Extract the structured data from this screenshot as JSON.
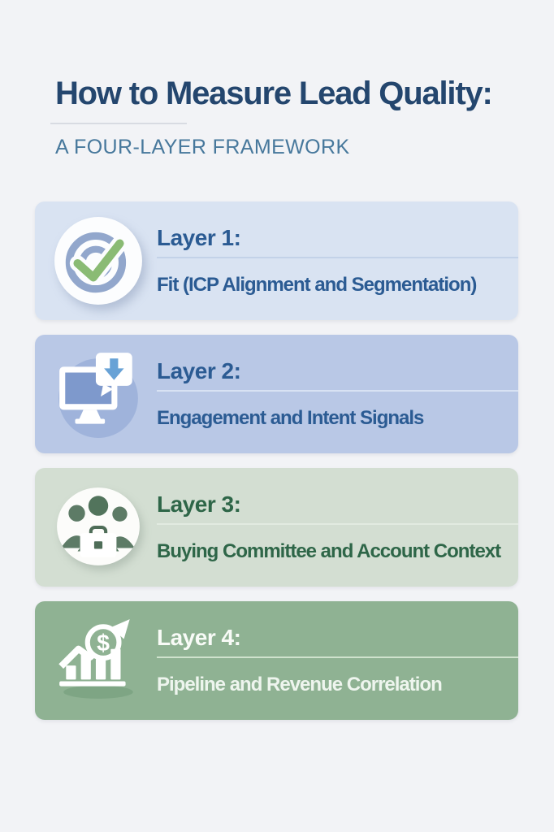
{
  "page": {
    "background": "#f2f3f6"
  },
  "header": {
    "title": "How to Measure Lead Quality:",
    "subtitle": "A FOUR-LAYER FRAMEWORK",
    "title_color": "#24466e",
    "subtitle_color": "#47789c"
  },
  "layers": [
    {
      "heading": "Layer 1:",
      "description": "Fit (ICP Alignment and Segmentation)",
      "icon": "target-checkmark-icon",
      "colors": {
        "card_bg": "#d9e3f2",
        "text": "#2b5b93",
        "divider": "#c3d2e8",
        "ring": "#92a7cc",
        "checkmark": "#8abb74"
      }
    },
    {
      "heading": "Layer 2:",
      "description": "Engagement and Intent Signals",
      "icon": "monitor-download-icon",
      "colors": {
        "card_bg": "#b9c8e6",
        "text": "#2b5b93",
        "divider": "#d8e2f3",
        "halo": "#9fb3db",
        "screen": "#7e99cc",
        "arrow": "#68a2d6"
      }
    },
    {
      "heading": "Layer 3:",
      "description": "Buying Committee and Account Context",
      "icon": "buying-committee-icon",
      "colors": {
        "card_bg": "#d3ded2",
        "text": "#2e6648",
        "divider": "#e2eae1",
        "people": "#5d7b66",
        "briefcase_dark": "#4e6d58"
      }
    },
    {
      "heading": "Layer 4:",
      "description": "Pipeline and Revenue Correlation",
      "icon": "revenue-growth-icon",
      "icon_dollar": "$",
      "colors": {
        "card_bg": "#8fb293",
        "text": "#f6faf5",
        "divider": "#cfe2cd",
        "glyph": "#ffffff",
        "shadow": "#7ea584"
      }
    }
  ]
}
